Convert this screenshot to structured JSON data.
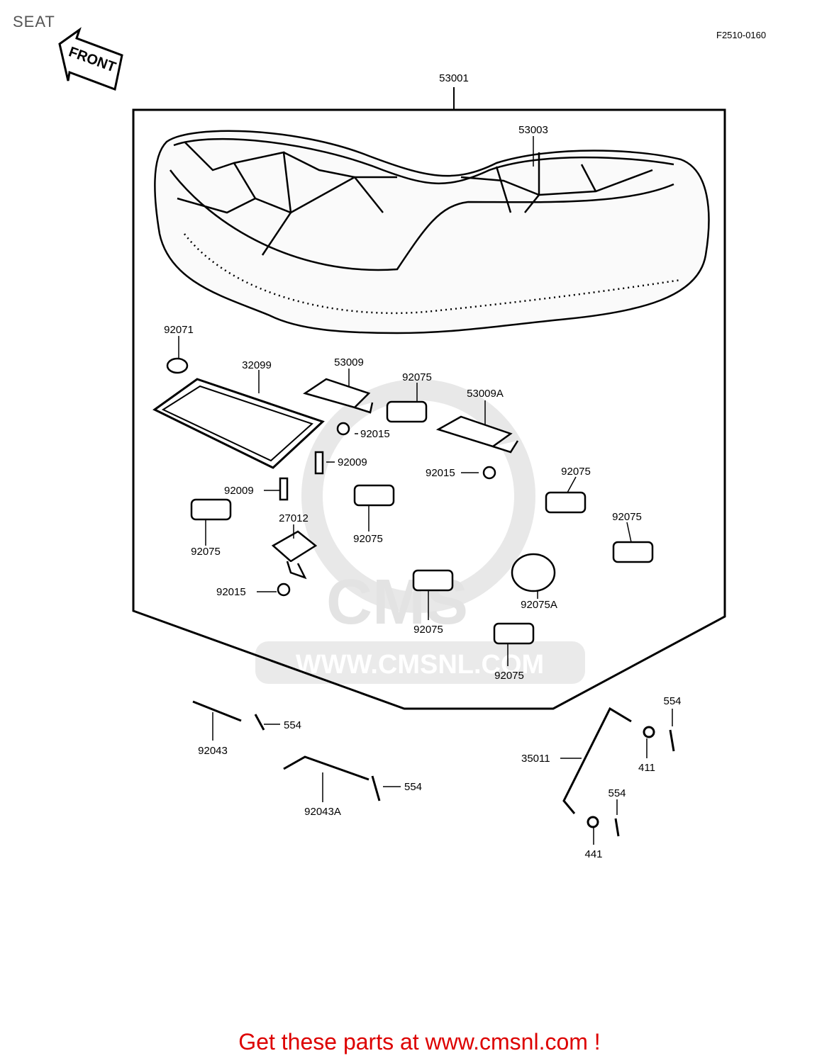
{
  "header": {
    "title": "SEAT",
    "figure_code": "F2510-0160",
    "front_label": "FRONT"
  },
  "watermark": {
    "logo_text": "CMS",
    "url_text": "WWW.CMSNL.COM"
  },
  "parts": {
    "p53001": "53001",
    "p53003": "53003",
    "p92071": "92071",
    "p32099": "32099",
    "p53009": "53009",
    "p92075_a": "92075",
    "p53009A": "53009A",
    "p92015_a": "92015",
    "p92009_a": "92009",
    "p92015_b": "92015",
    "p92009_b": "92009",
    "p92075_b": "92075",
    "p27012": "27012",
    "p92075_c": "92075",
    "p92075_d": "92075",
    "p92075_e": "92075",
    "p92015_c": "92015",
    "p92075A": "92075A",
    "p92075_f": "92075",
    "p92075_g": "92075",
    "p554_a": "554",
    "p92043": "92043",
    "p554_b": "554",
    "p92043A": "92043A",
    "p554_c": "554",
    "p35011": "35011",
    "p411": "411",
    "p554_d": "554",
    "p441": "441"
  },
  "footer": {
    "text": "Get these parts at www.cmsnl.com !"
  }
}
